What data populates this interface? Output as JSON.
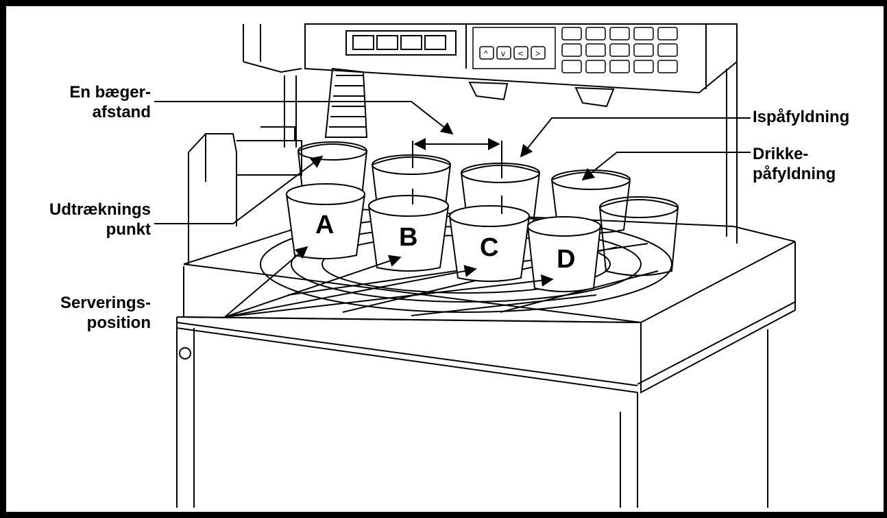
{
  "labels": {
    "cup_spacing": {
      "line1": "En bæger-",
      "line2": "afstand"
    },
    "ice_fill": "Ispåfyldning",
    "drink_fill": {
      "line1": "Drikke-",
      "line2": "påfyldning"
    },
    "extraction_point": {
      "line1": "Udtræknings",
      "line2": "punkt"
    },
    "serving_position": {
      "line1": "Serverings-",
      "line2": "position"
    }
  },
  "cups": {
    "a": "A",
    "b": "B",
    "c": "C",
    "d": "D"
  },
  "keypad": {
    "arrows": [
      "^",
      "v",
      "<",
      ">"
    ]
  }
}
